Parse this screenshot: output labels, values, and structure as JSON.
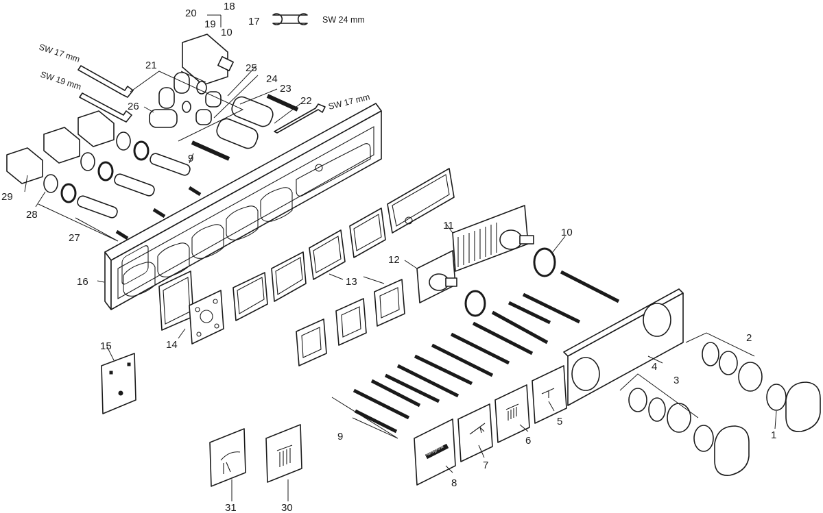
{
  "callouts": {
    "c1": "1",
    "c2": "2",
    "c3": "3",
    "c4": "4",
    "c5": "5",
    "c6": "6",
    "c7": "7",
    "c8": "8",
    "c9a": "9",
    "c9b": "9",
    "c10a": "10",
    "c10b": "10",
    "c11": "11",
    "c12": "12",
    "c13": "13",
    "c14": "14",
    "c15": "15",
    "c16": "16",
    "c17": "17",
    "c18": "18",
    "c19": "19",
    "c20": "20",
    "c21": "21",
    "c22": "22",
    "c23": "23",
    "c24": "24",
    "c25": "25",
    "c26": "26",
    "c27": "27",
    "c28": "28",
    "c29": "29",
    "c30": "30",
    "c31": "31"
  },
  "wrenches": {
    "w1": "SW 24 mm",
    "w2": "SW 17 mm",
    "w3": "SW 19 mm",
    "w4": "SW 17 mm"
  },
  "plate_label": "hansgrohe",
  "icons": [
    "wrench-icon",
    "hand-shower-icon",
    "overhead-shower-icon",
    "spout-icon",
    "temperature-dial-icon"
  ]
}
